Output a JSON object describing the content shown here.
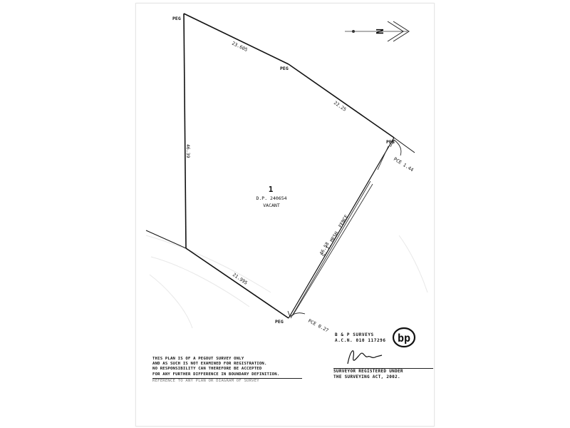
{
  "plan": {
    "labels": {
      "peg_top_left": "PEG",
      "peg_upper_mid": "PEG",
      "peg_right": "PEG",
      "peg_bottom": "PEG",
      "dim_top": "23.605",
      "dim_upper_right": "22.25",
      "dim_left": "46.39",
      "dim_bottom": "21.995",
      "dim_fence": "46.58",
      "pce_right": "PCE 1.44",
      "pce_bottom": "PCE 0.27",
      "fence_label": "G. I. MESH  FENCE",
      "lot_number": "1",
      "deposited_plan": "D.P. 240654",
      "status": "VACANT"
    },
    "north_arrow_letter": "N",
    "notes": [
      "THIS PLAN IS OF A PEGOUT SURVEY ONLY",
      "AND AS SUCH IS NOT EXAMINED FOR REGISTRATION.",
      "NO RESPONSIBILITY CAN THEREFORE BE ACCEPTED",
      "FOR ANY FURTHER DIFFERENCE IN BOUNDARY DEFINITION."
    ],
    "notes_cutoff": "REFERENCE TO ANY PLAN OR DIAGRAM OF SURVEY",
    "company": {
      "name": "B & P SURVEYS",
      "acn": "A.C.N. 010 117296",
      "logo_letters": "bp"
    },
    "surveyor": [
      "SURVEYOR REGISTERED UNDER",
      "THE SURVEYING ACT, 2002."
    ]
  }
}
